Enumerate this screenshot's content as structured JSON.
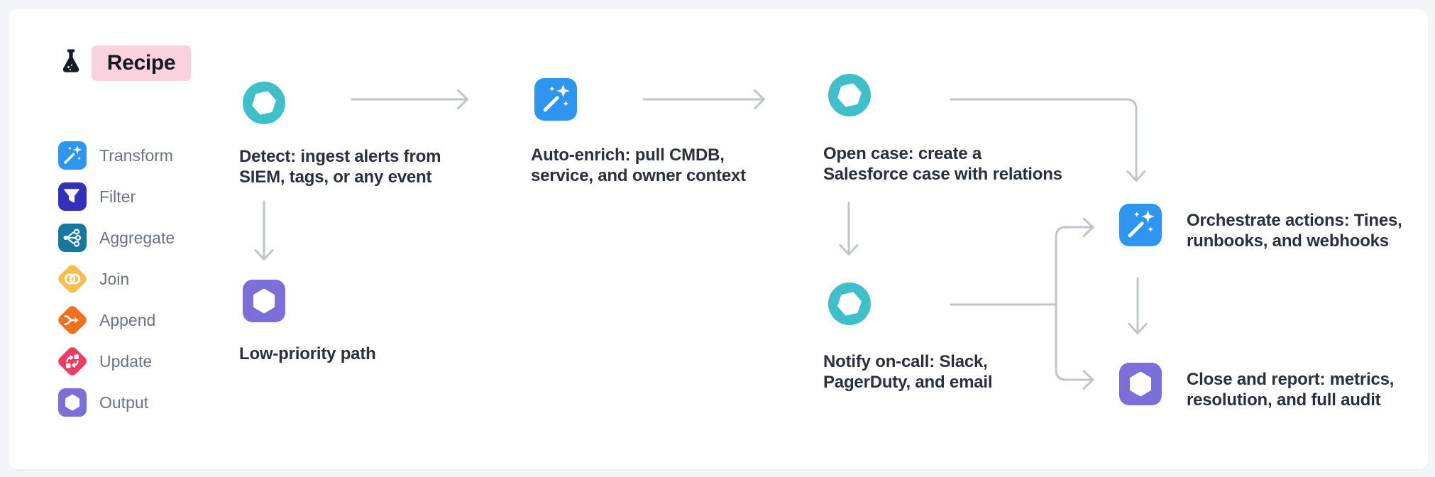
{
  "colors": {
    "page_bg": "#F3F4F8",
    "card_bg": "#FFFFFF",
    "arrow": "#C0C4CB",
    "badge_bg": "#FAD2DD",
    "badge_text": "#14181F",
    "node_label_text": "#2A303C",
    "legend_label_text": "#6B7280",
    "event_teal": "#3FBFC9",
    "transform_blue": "#2E96F0",
    "output_purple": "#7D6FD9",
    "filter_indigo": "#3330BE",
    "aggregate_teal": "#14789F",
    "join_amber": "#F6BE4B",
    "append_orange": "#F0701E",
    "update_pink": "#EE3B64"
  },
  "header": {
    "badge_label": "Recipe",
    "icon": "flask-icon"
  },
  "legend": {
    "items": [
      {
        "label": "Transform",
        "icon": "magic-wand-icon",
        "shape": "square",
        "color": "#2E96F0"
      },
      {
        "label": "Filter",
        "icon": "funnel-icon",
        "shape": "square",
        "color": "#3330BE"
      },
      {
        "label": "Aggregate",
        "icon": "branch-icon",
        "shape": "square",
        "color": "#14789F"
      },
      {
        "label": "Join",
        "icon": "venn-icon",
        "shape": "diamond",
        "color": "#F6BE4B"
      },
      {
        "label": "Append",
        "icon": "merge-icon",
        "shape": "diamond",
        "color": "#F0701E"
      },
      {
        "label": "Update",
        "icon": "sync-icon",
        "shape": "diamond",
        "color": "#EE3B64"
      },
      {
        "label": "Output",
        "icon": "hexagon-icon",
        "shape": "square",
        "color": "#7D6FD9"
      }
    ]
  },
  "flow": {
    "nodes": {
      "detect": {
        "kind": "event",
        "icon": "hexagon-icon",
        "lines": [
          "Detect: ingest alerts from",
          "SIEM, tags, or any event"
        ]
      },
      "auto_enrich": {
        "kind": "transform",
        "icon": "magic-wand-icon",
        "lines": [
          "Auto-enrich: pull CMDB,",
          "service, and owner context"
        ]
      },
      "open_case": {
        "kind": "event",
        "icon": "hexagon-icon",
        "lines": [
          "Open case: create a",
          "Salesforce case with relations"
        ]
      },
      "low_priority": {
        "kind": "output",
        "icon": "hexagon-icon",
        "lines": [
          "Low-priority path"
        ]
      },
      "notify": {
        "kind": "event",
        "icon": "hexagon-icon",
        "lines": [
          "Notify on-call: Slack,",
          "PagerDuty, and email"
        ]
      },
      "orchestrate": {
        "kind": "transform",
        "icon": "magic-wand-icon",
        "lines": [
          "Orchestrate actions: Tines,",
          "runbooks, and webhooks"
        ]
      },
      "close_report": {
        "kind": "output",
        "icon": "hexagon-icon",
        "lines": [
          "Close and report: metrics,",
          "resolution, and full audit"
        ]
      }
    },
    "connectors": [
      "detect-to-auto-enrich",
      "auto-enrich-to-open-case",
      "open-case-to-orchestrate",
      "detect-to-low-priority",
      "open-case-to-notify",
      "notify-fork-to-orchestrate-and-close",
      "orchestrate-to-close"
    ]
  }
}
